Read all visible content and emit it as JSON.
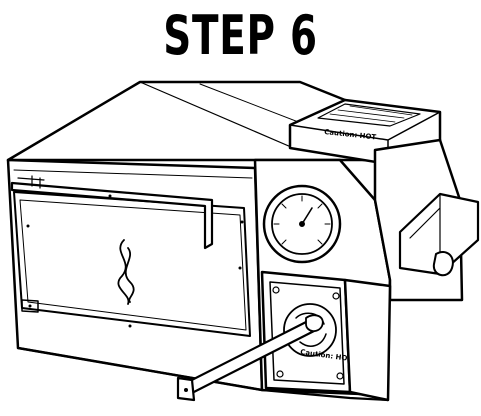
{
  "header": {
    "title": "STEP 6"
  },
  "labels": {
    "fan_box": "Caution: HOT",
    "panel_warning": "Caution: HOT"
  }
}
